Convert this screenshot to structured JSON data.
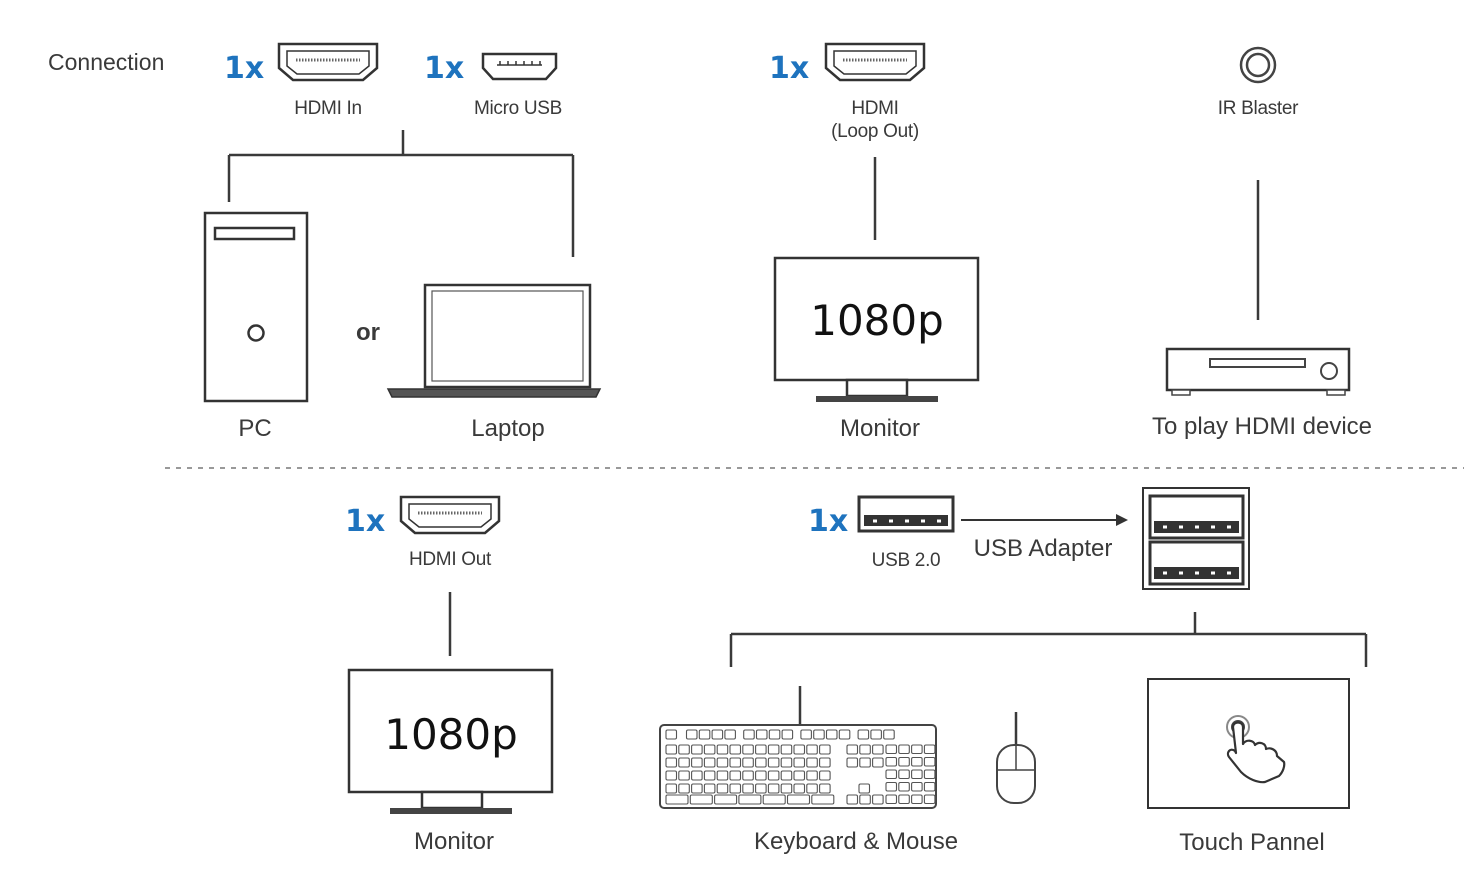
{
  "section_label": "Connection",
  "top": {
    "hdmi_in": {
      "qty": "1x",
      "label": "HDMI In"
    },
    "micro_usb": {
      "qty": "1x",
      "label": "Micro USB"
    },
    "pc_label": "PC",
    "or_label": "or",
    "laptop_label": "Laptop",
    "hdmi_loop": {
      "qty": "1x",
      "label_line1": "HDMI",
      "label_line2": "(Loop Out)"
    },
    "monitor_top": {
      "resolution": "1080p",
      "label": "Monitor"
    },
    "ir_blaster": {
      "label": "IR Blaster"
    },
    "player_label": "To play HDMI device"
  },
  "bottom": {
    "hdmi_out": {
      "qty": "1x",
      "label": "HDMI Out"
    },
    "monitor_bottom": {
      "resolution": "1080p",
      "label": "Monitor"
    },
    "usb20": {
      "qty": "1x",
      "label": "USB 2.0"
    },
    "usb_adapter_label": "USB Adapter",
    "keyboard_mouse_label": "Keyboard & Mouse",
    "touch_panel_label": "Touch Pannel"
  },
  "colors": {
    "accent": "#1e73be",
    "line": "#3a3a3a"
  },
  "icons": [
    "hdmi-port-icon",
    "micro-usb-port-icon",
    "ir-blaster-icon",
    "usb-port-icon",
    "pc-tower-icon",
    "laptop-icon",
    "monitor-icon",
    "media-player-icon",
    "usb-hub-icon",
    "keyboard-icon",
    "mouse-icon",
    "touch-hand-icon"
  ]
}
